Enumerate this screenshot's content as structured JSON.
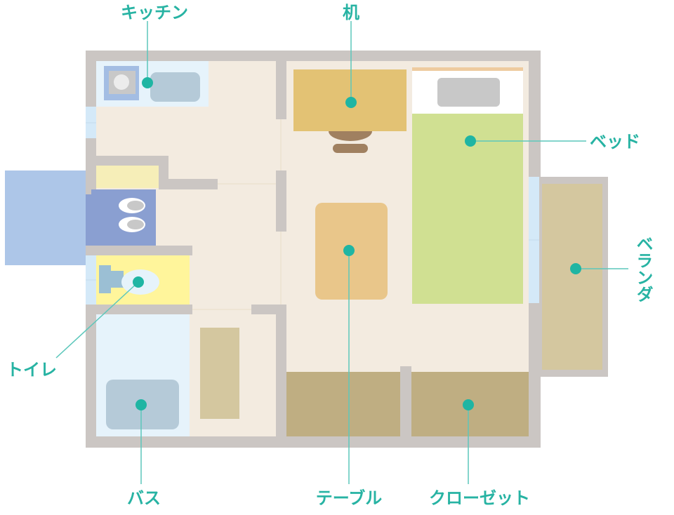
{
  "labels": {
    "kitchen": "キッチン",
    "desk": "机",
    "bed": "ベッド",
    "veranda": "ベランダ",
    "toilet": "トイレ",
    "bath": "バス",
    "table": "テーブル",
    "closet": "クローゼット"
  },
  "colors": {
    "accent": "#1fb5a3",
    "wall": "#cbc6c3",
    "floor": "#f3ebe0",
    "bed": "#d0e092",
    "desk": "#e3c274",
    "table": "#e9c68a",
    "closet": "#bfae82",
    "veranda": "#d4c79f",
    "entrance": "#adc6e8",
    "toilet_room": "#fff59b"
  }
}
